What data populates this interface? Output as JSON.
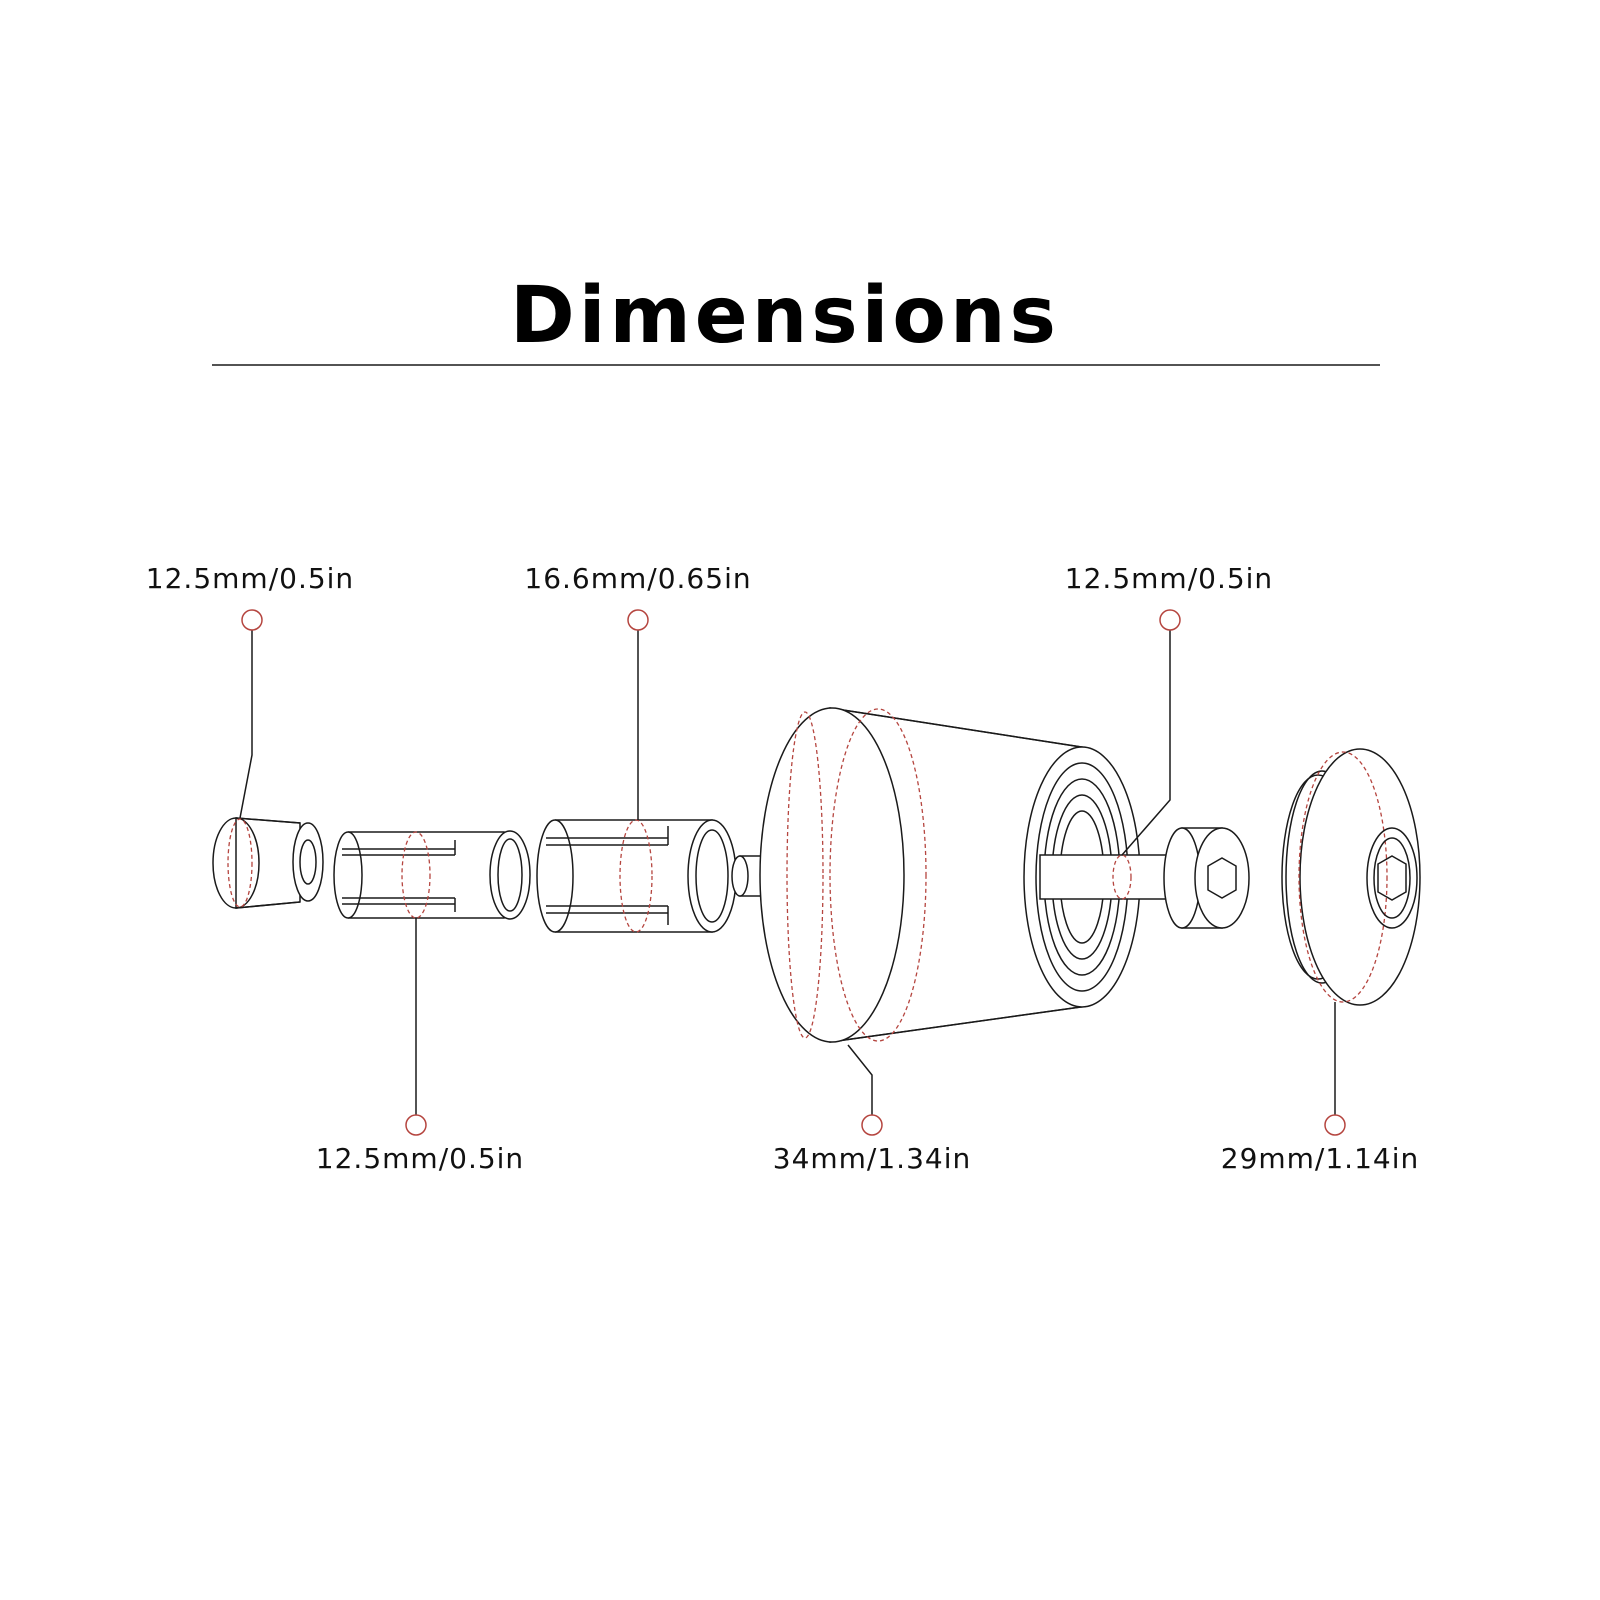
{
  "title": "Dimensions",
  "colors": {
    "ink": "#1a1a1a",
    "accent": "#b5453f",
    "background": "#ffffff"
  },
  "labels": {
    "top_left": "12.5mm/0.5in",
    "top_mid": "16.6mm/0.65in",
    "top_right": "12.5mm/0.5in",
    "bottom_left": "12.5mm/0.5in",
    "bottom_mid": "34mm/1.34in",
    "bottom_right": "29mm/1.14in"
  }
}
